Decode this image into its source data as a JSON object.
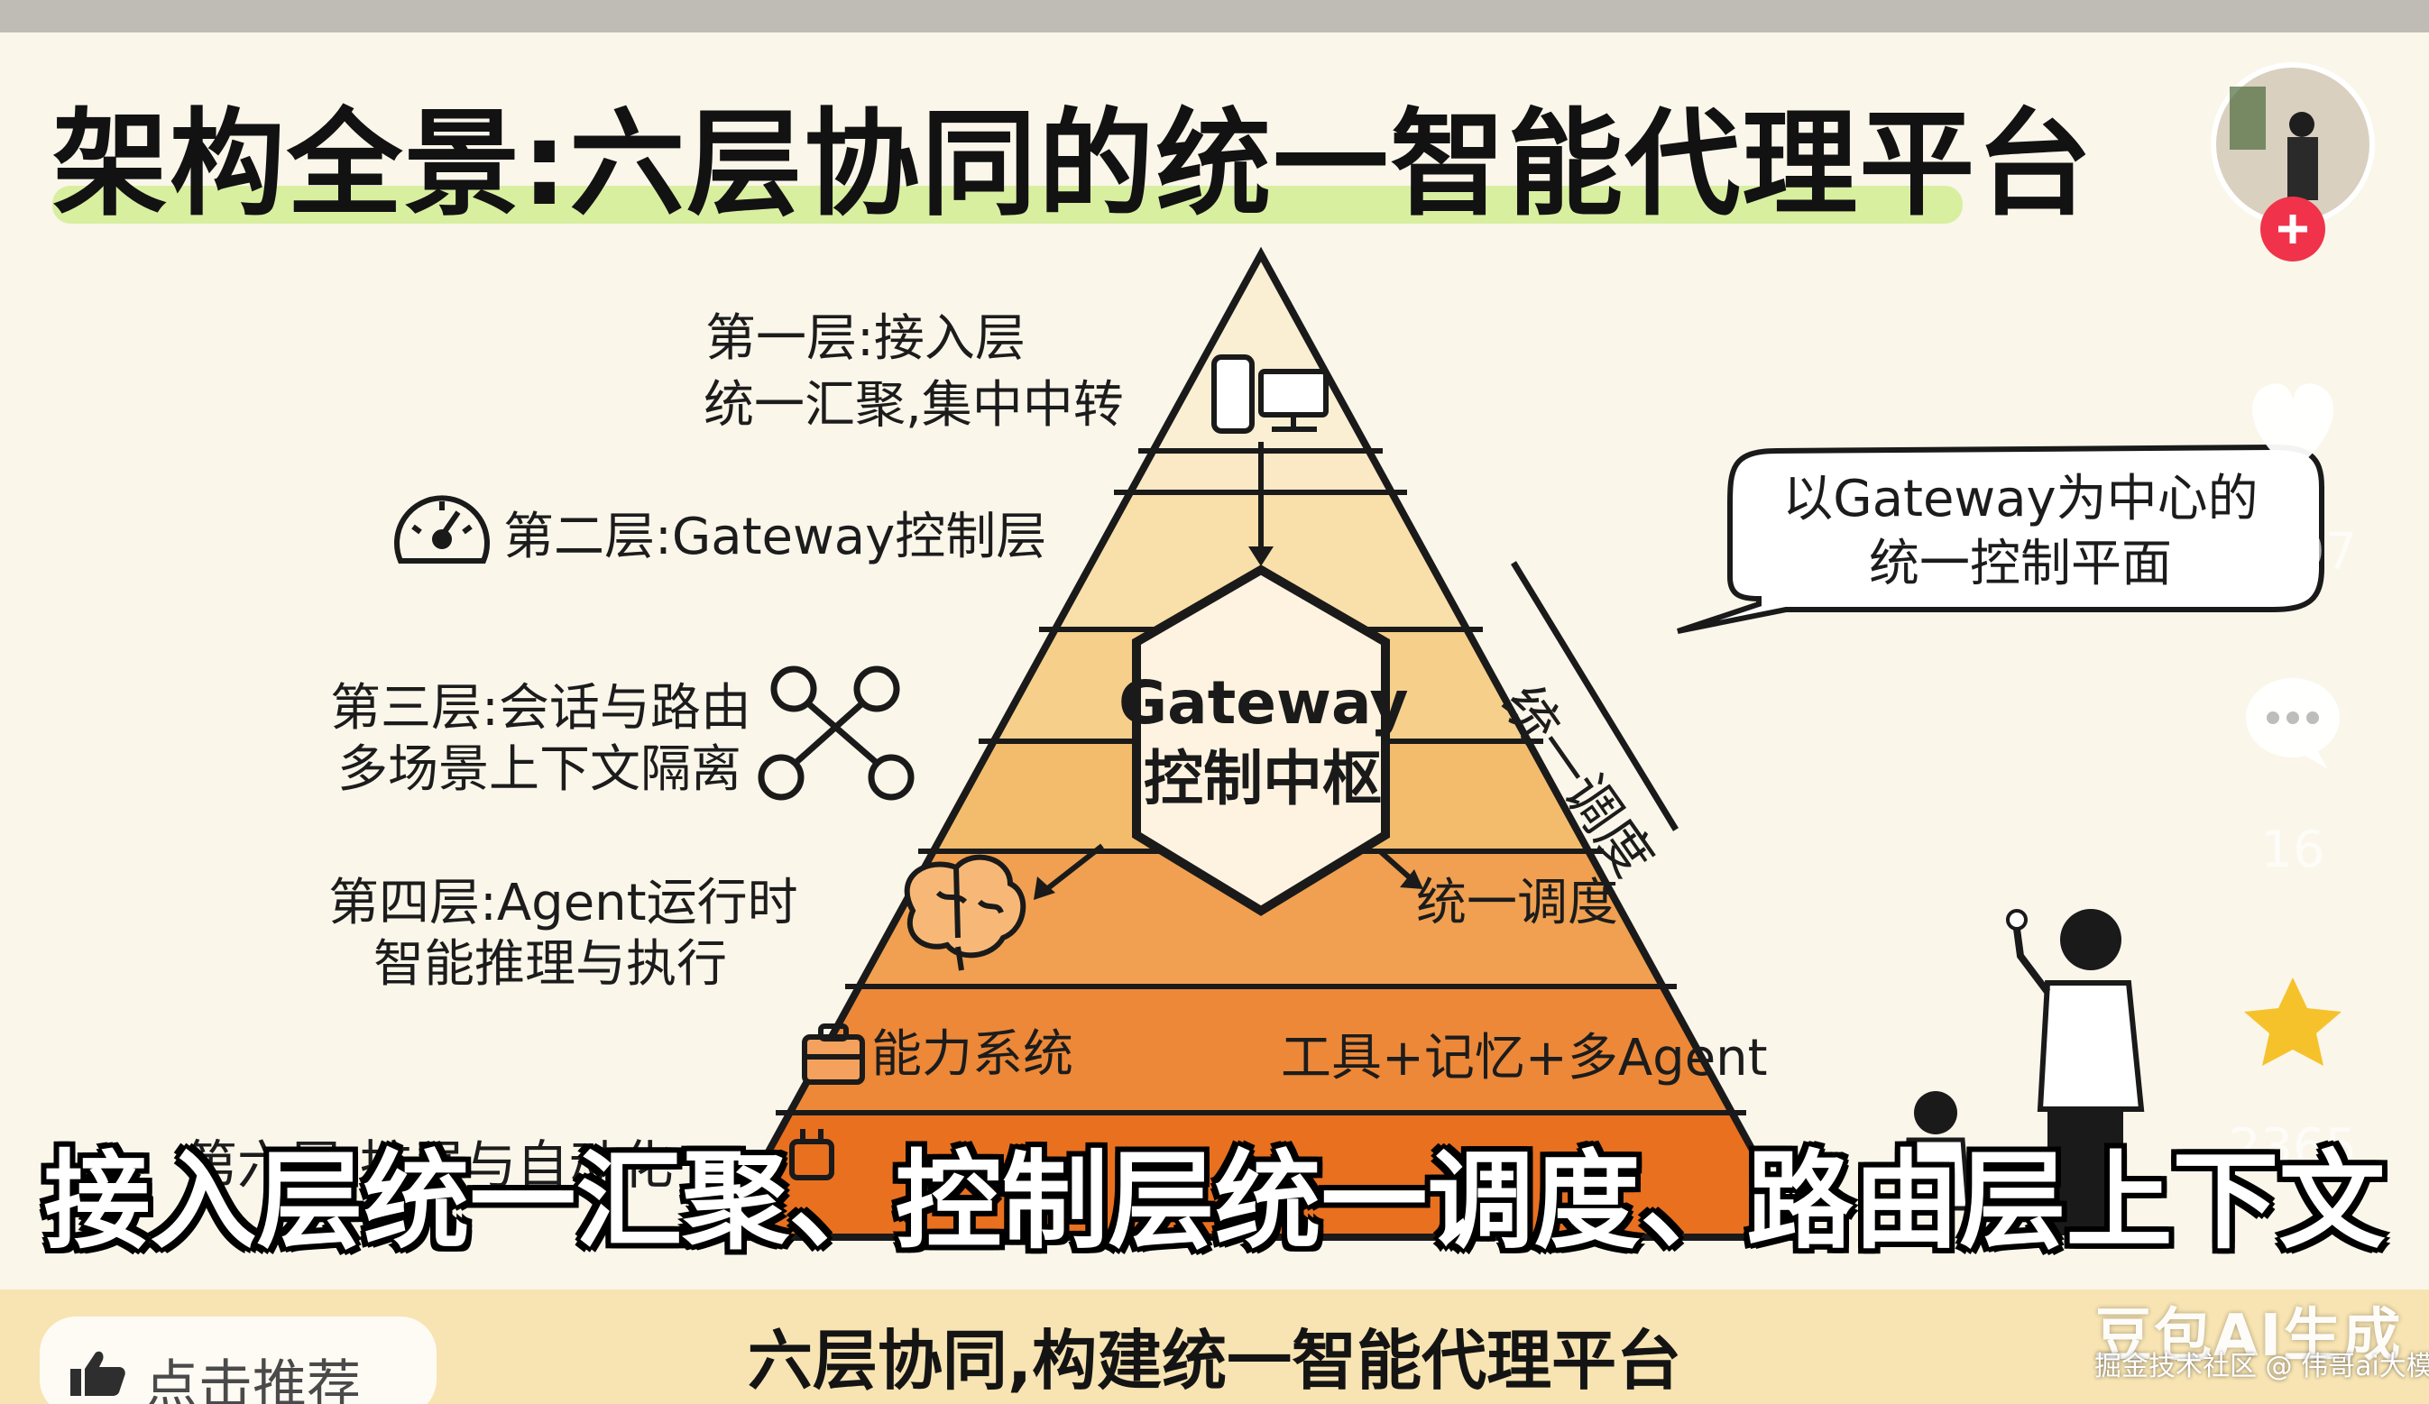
{
  "slide": {
    "title": "架构全景:六层协同的统一智能代理平台",
    "layer1": {
      "line1": "第一层:接入层",
      "line2": "统一汇聚,集中中转"
    },
    "layer2": {
      "label": "第二层:Gateway控制层"
    },
    "layer3": {
      "line1": "第三层:会话与路由",
      "line2": "多场景上下文隔离"
    },
    "layer4": {
      "line1": "第四层:Agent运行时",
      "line2": "智能推理与执行"
    },
    "layer5": {
      "left": "能力系统",
      "right": "工具+记忆+多Agent"
    },
    "layer6": {
      "label_partial": "第六层:扩展与自动化"
    },
    "gateway": {
      "line1": "Gateway",
      "line2": "控制中枢"
    },
    "schedule_label": "统一调度",
    "side_schedule": "统一调度",
    "bubble": {
      "line1": "以Gateway为中心的",
      "line2": "统一控制平面"
    },
    "bottom_banner": "六层协同,构建统一智能代理平台"
  },
  "video": {
    "subtitle": "接入层统一汇聚、控制层统一调度、路由层上下文",
    "recommend_label": "点击推荐",
    "like_count": "1597",
    "comment_count": "16",
    "favorite_count": "2365",
    "brand_watermark": "豆包AI生成",
    "site_watermark": "掘金技术社区 @ 伟哥ai大模型"
  },
  "colors": {
    "pyramid_top": "#fbefd3",
    "pyramid_bottom": "#e8701f",
    "title_highlight": "#d8efa0",
    "follow_button": "#f0334b",
    "star": "#f6c22c",
    "banner": "#f7e4b2"
  },
  "icons": [
    "devices-icon",
    "gauge-icon",
    "network-icon",
    "brain-icon",
    "toolbox-icon",
    "plug-icon",
    "heart-icon",
    "comment-icon",
    "star-icon",
    "thumb-up-icon",
    "plus-icon"
  ]
}
